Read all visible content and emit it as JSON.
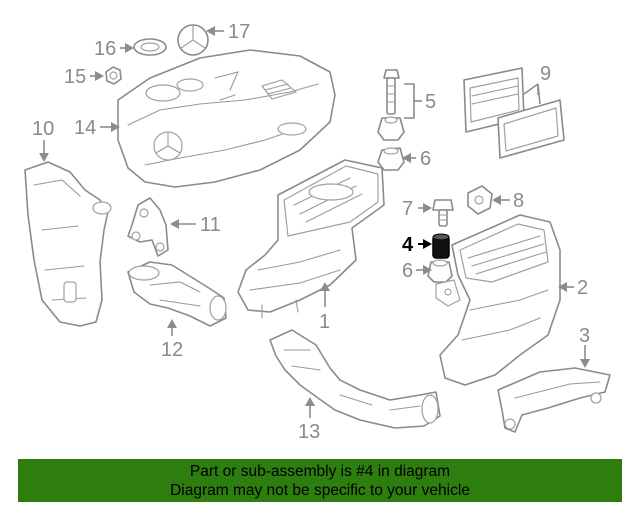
{
  "callouts": [
    {
      "id": "1",
      "label": "1"
    },
    {
      "id": "2",
      "label": "2"
    },
    {
      "id": "3",
      "label": "3"
    },
    {
      "id": "4",
      "label": "4",
      "highlighted": true
    },
    {
      "id": "5",
      "label": "5"
    },
    {
      "id": "6a",
      "label": "6"
    },
    {
      "id": "6b",
      "label": "6"
    },
    {
      "id": "7",
      "label": "7"
    },
    {
      "id": "8",
      "label": "8"
    },
    {
      "id": "9",
      "label": "9"
    },
    {
      "id": "10",
      "label": "10"
    },
    {
      "id": "11",
      "label": "11"
    },
    {
      "id": "12",
      "label": "12"
    },
    {
      "id": "13",
      "label": "13"
    },
    {
      "id": "14",
      "label": "14"
    },
    {
      "id": "15",
      "label": "15"
    },
    {
      "id": "16",
      "label": "16"
    },
    {
      "id": "17",
      "label": "17"
    }
  ],
  "banner": {
    "line1": "Part or sub-assembly is #4 in diagram",
    "line2": "Diagram may not be specific to your vehicle"
  },
  "colors": {
    "banner_bg": "#2e7d0f",
    "line_art": "#8a8a8a",
    "highlight": "#000000"
  }
}
